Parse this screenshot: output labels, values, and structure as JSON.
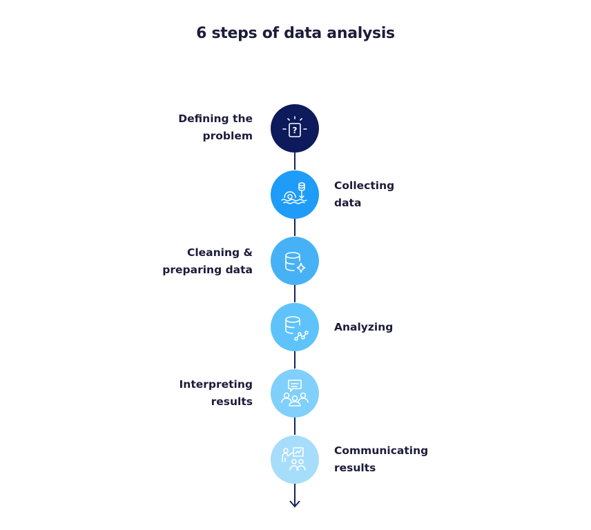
{
  "title": "6 steps of data analysis",
  "steps": [
    {
      "label_line1": "Defining the",
      "label_line2": "problem",
      "icon": "lightbulb-question-icon",
      "color": "#0d1a5c"
    },
    {
      "label_line1": "Collecting",
      "label_line2": "data",
      "icon": "collect-database-icon",
      "color": "#1e9cf7"
    },
    {
      "label_line1": "Cleaning &",
      "label_line2": "preparing data",
      "icon": "database-sparkle-icon",
      "color": "#47b1f6"
    },
    {
      "label_line1": "Analyzing",
      "label_line2": "",
      "icon": "database-graph-icon",
      "color": "#5ec3fa"
    },
    {
      "label_line1": "Interpreting",
      "label_line2": "results",
      "icon": "team-discussion-icon",
      "color": "#80d0fb"
    },
    {
      "label_line1": "Communicating",
      "label_line2": "results",
      "icon": "presentation-icon",
      "color": "#a6ddfb"
    }
  ]
}
